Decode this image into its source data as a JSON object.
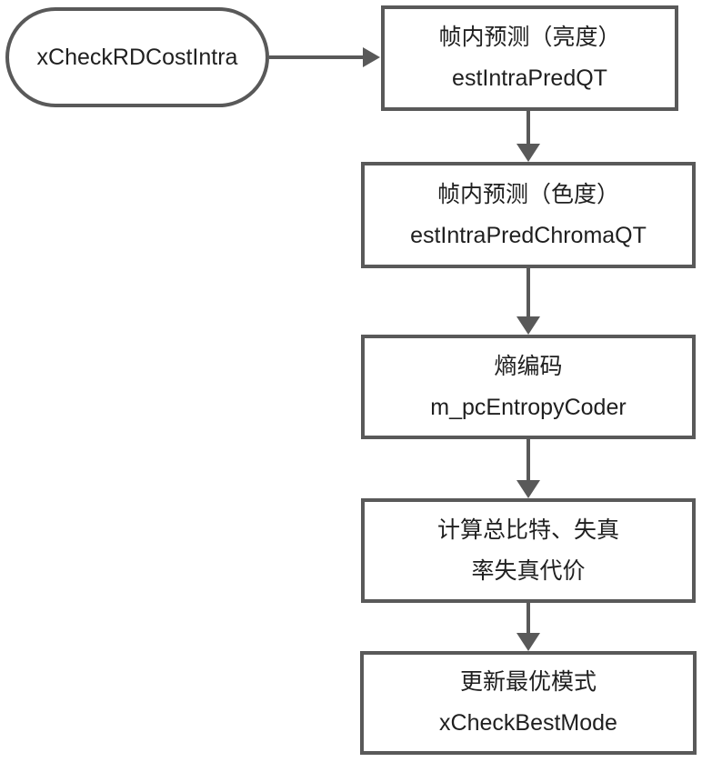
{
  "diagram": {
    "title": "xCheckRDCostIntra flowchart",
    "colors": {
      "stroke": "#595959",
      "text": "#1f1f1f",
      "background": "#ffffff"
    },
    "start_node": {
      "label": "xCheckRDCostIntra"
    },
    "nodes": [
      {
        "line1": "帧内预测（亮度）",
        "line2": "estIntraPredQT"
      },
      {
        "line1": "帧内预测（色度）",
        "line2": "estIntraPredChromaQT"
      },
      {
        "line1": "熵编码",
        "line2": "m_pcEntropyCoder"
      },
      {
        "line1": "计算总比特、失真",
        "line2": "率失真代价"
      },
      {
        "line1": "更新最优模式",
        "line2": "xCheckBestMode"
      }
    ],
    "edges": [
      {
        "from": "start",
        "to": "node-0",
        "direction": "right"
      },
      {
        "from": "node-0",
        "to": "node-1",
        "direction": "down"
      },
      {
        "from": "node-1",
        "to": "node-2",
        "direction": "down"
      },
      {
        "from": "node-2",
        "to": "node-3",
        "direction": "down"
      },
      {
        "from": "node-3",
        "to": "node-4",
        "direction": "down"
      }
    ]
  }
}
